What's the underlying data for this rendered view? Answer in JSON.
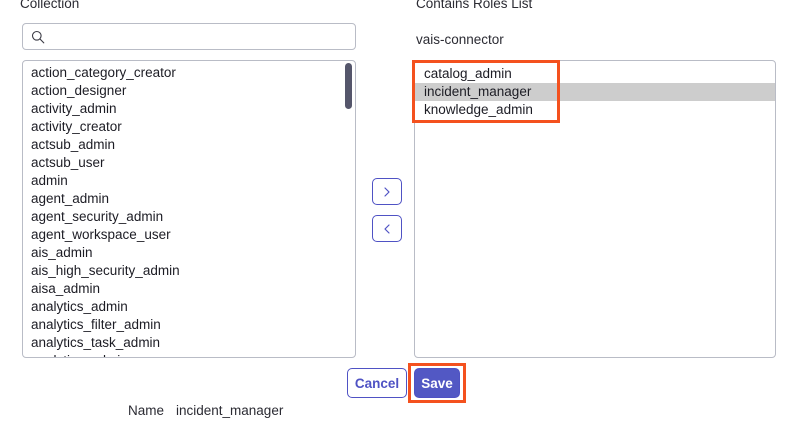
{
  "left_panel": {
    "title": "Collection",
    "search": {
      "value": "",
      "placeholder": "",
      "icon": "search-icon"
    },
    "items": [
      "action_category_creator",
      "action_designer",
      "activity_admin",
      "activity_creator",
      "actsub_admin",
      "actsub_user",
      "admin",
      "agent_admin",
      "agent_security_admin",
      "agent_workspace_user",
      "ais_admin",
      "ais_high_security_admin",
      "aisa_admin",
      "analytics_admin",
      "analytics_filter_admin",
      "analytics_task_admin",
      "analytics_admin"
    ]
  },
  "transfer": {
    "add_label": "›",
    "remove_label": "‹",
    "add_icon": "chevron-right-icon",
    "remove_icon": "chevron-left-icon"
  },
  "right_panel": {
    "title": "Contains Roles List",
    "subtitle": "vais-connector",
    "items": [
      {
        "label": "catalog_admin",
        "selected": false
      },
      {
        "label": "incident_manager",
        "selected": true
      },
      {
        "label": "knowledge_admin",
        "selected": false
      }
    ]
  },
  "footer": {
    "cancel_label": "Cancel",
    "save_label": "Save"
  },
  "name_row": {
    "label": "Name",
    "value": "incident_manager"
  },
  "colors": {
    "accent": "#4f52c4",
    "save_fill": "#5258c4",
    "selected_row": "#cdcdcd",
    "annotation": "#f4511e",
    "border": "#b9bcc6",
    "scrollbar_thumb": "#55566b"
  }
}
